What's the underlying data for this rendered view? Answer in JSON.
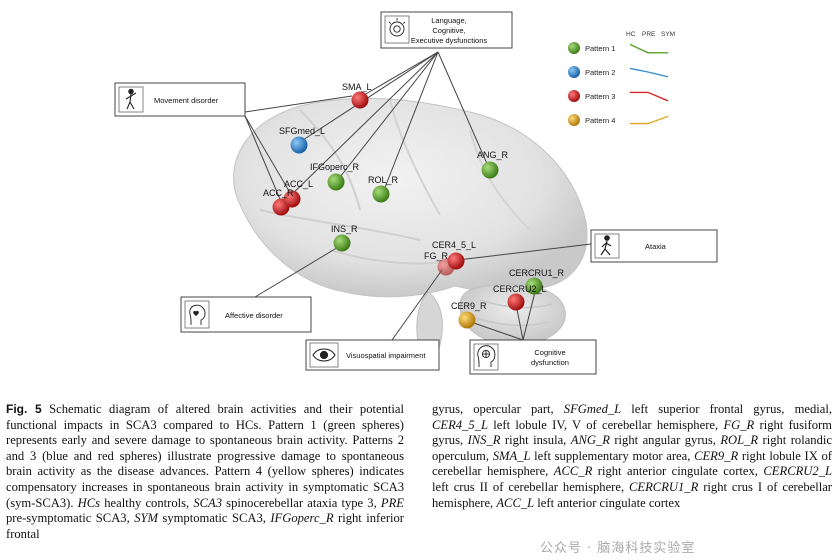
{
  "figure": {
    "legend": {
      "headers": [
        "HC",
        "PRE",
        "SYM"
      ],
      "patterns": [
        {
          "label": "Pattern 1",
          "color": "#5aa02c",
          "trend": [
            0.2,
            0.9,
            0.9
          ]
        },
        {
          "label": "Pattern 2",
          "color": "#3a8fd4",
          "trend": [
            0.2,
            0.5,
            0.9
          ]
        },
        {
          "label": "Pattern 3",
          "color": "#d62626",
          "trend": [
            0.2,
            0.2,
            0.9
          ]
        },
        {
          "label": "Pattern 4",
          "color": "#e0a822",
          "trend": [
            0.8,
            0.8,
            0.2
          ]
        }
      ]
    },
    "regions": [
      {
        "id": "sma",
        "label": "SMA_L",
        "pattern": 3
      },
      {
        "id": "sfgmed",
        "label": "SFGmed_L",
        "pattern": 2
      },
      {
        "id": "ifgoperc",
        "label": "IFGoperc_R",
        "pattern": 1
      },
      {
        "id": "accl",
        "label": "ACC_L",
        "pattern": 3
      },
      {
        "id": "accr",
        "label": "ACC_R",
        "pattern": 3
      },
      {
        "id": "rol",
        "label": "ROL_R",
        "pattern": 1
      },
      {
        "id": "ang",
        "label": "ANG_R",
        "pattern": 1
      },
      {
        "id": "ins",
        "label": "INS_R",
        "pattern": 1
      },
      {
        "id": "cer45",
        "label": "CER4_5_L",
        "pattern": 3
      },
      {
        "id": "fg",
        "label": "FG_R",
        "pattern": 3
      },
      {
        "id": "cercru1",
        "label": "CERCRU1_R",
        "pattern": 1
      },
      {
        "id": "cercru2",
        "label": "CERCRU2_L",
        "pattern": 3
      },
      {
        "id": "cer9",
        "label": "CER9_R",
        "pattern": 4
      }
    ],
    "boxes": {
      "language": [
        "Language,",
        "Cognitive,",
        "Executive dysfunctions"
      ],
      "movement": "Movement disorder",
      "ataxia": "Ataxia",
      "affective": "Affective disorder",
      "visuospatial": "Visuospatial impairment",
      "cognitive": [
        "Cognitive",
        "dysfunction"
      ]
    }
  },
  "caption": {
    "fig_label": "Fig. 5",
    "col1": [
      {
        "t": " Schematic diagram of altered brain activities and their potential functional impacts in SCA3 compared to HCs. Pattern 1 (green spheres) represents early and severe damage to spontaneous brain activity. Patterns 2 and 3 (blue and red spheres) illustrate progressive damage to spontaneous brain activity as the disease advances. Pattern 4 (yellow spheres) indicates compensatory increases in spontaneous brain activity in symptomatic SCA3 (sym-SCA3). "
      },
      {
        "i": "HCs"
      },
      {
        "t": " healthy controls, "
      },
      {
        "i": "SCA3"
      },
      {
        "t": " spinocerebellar ataxia type 3, "
      },
      {
        "i": "PRE"
      },
      {
        "t": " pre-symptomatic SCA3, "
      },
      {
        "i": "SYM"
      },
      {
        "t": " symptomatic SCA3, "
      },
      {
        "i": "IFGoperc_R"
      },
      {
        "t": " right inferior frontal"
      }
    ],
    "col2": [
      {
        "t": "gyrus, opercular part, "
      },
      {
        "i": "SFGmed_L"
      },
      {
        "t": " left superior frontal gyrus, medial, "
      },
      {
        "i": "CER4_5_L"
      },
      {
        "t": " left lobule IV, V of cerebellar hemisphere, "
      },
      {
        "i": "FG_R"
      },
      {
        "t": " right fusiform gyrus, "
      },
      {
        "i": "INS_R"
      },
      {
        "t": " right insula, "
      },
      {
        "i": "ANG_R"
      },
      {
        "t": " right angular gyrus, "
      },
      {
        "i": "ROL_R"
      },
      {
        "t": " right rolandic operculum, "
      },
      {
        "i": "SMA_L"
      },
      {
        "t": " left supplementary motor area, "
      },
      {
        "i": "CER9_R"
      },
      {
        "t": " right lobule IX of cerebellar hemisphere, "
      },
      {
        "i": "ACC_R"
      },
      {
        "t": " right anterior cingulate cortex, "
      },
      {
        "i": "CERCRU2_L"
      },
      {
        "t": " left crus II of cerebellar hemisphere, "
      },
      {
        "i": "CERCRU1_R"
      },
      {
        "t": " right crus I of cerebellar hemisphere, "
      },
      {
        "i": "ACC_L"
      },
      {
        "t": " left anterior cingulate cortex"
      }
    ]
  },
  "watermark": "公众号 · 脑海科技实验室"
}
